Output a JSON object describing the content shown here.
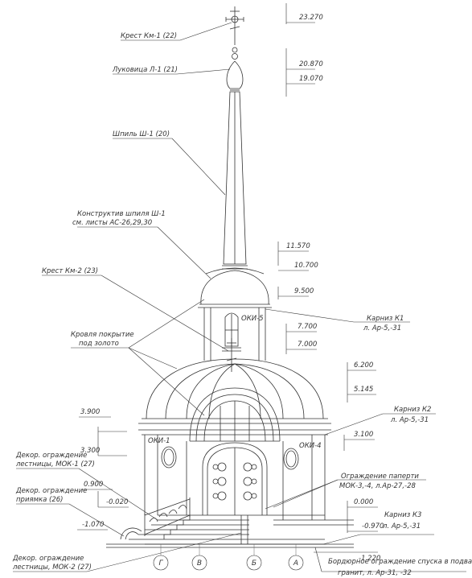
{
  "labels": {
    "cross_top": "Крест Км-1 (22)",
    "onion_dome": "Луковица Л-1 (21)",
    "spire": "Шпиль Ш-1 (20)",
    "spire_struct_1": "Конструктив шпиля Ш-1",
    "spire_struct_2": "см. листы АС-26,29,30",
    "cross_small": "Крест Км-2 (23)",
    "roof_1": "Кровля покрытие",
    "roof_2": "под золото",
    "cornice_k1_1": "Карниз К1",
    "cornice_k1_2": "л. Ар-5,-31",
    "cornice_k2_1": "Карниз К2",
    "cornice_k2_2": "л. Ар-5,-31",
    "porch_fence_1": "Ограждение паперти",
    "porch_fence_2": "МОК-3,-4, л.Ар-27,-28",
    "cornice_k3_1": "Карниз К3",
    "cornice_k3_2": "л. Ар-5,-31",
    "stair_fence1_1": "Декор. ограждение",
    "stair_fence1_2": "лестницы, МОК-1 (27)",
    "pit_fence_1": "Декор. ограждение",
    "pit_fence_2": "приямка (26)",
    "stair_fence2_1": "Декор. ограждение",
    "stair_fence2_2": "лестницы, МОК-2 (27)",
    "border_fence_1": "Бордюрное ограждение спуска в подвал",
    "border_fence_2": "гранит, л. Ар-31, -32"
  },
  "window_labels": {
    "oki5": "ОКИ-5",
    "oki1": "ОКИ-1",
    "oki4": "ОКИ-4"
  },
  "levels": {
    "l23270": "23.270",
    "l20870": "20.870",
    "l19070": "19.070",
    "l11570": "11.570",
    "l10700": "10.700",
    "l9500": "9.500",
    "l7700": "7.700",
    "l7000": "7.000",
    "l6200": "6.200",
    "l5145": "5.145",
    "l3900": "3.900",
    "l3300": "3.300",
    "l3100": "3.100",
    "l0900": "0.900",
    "lm0020": "-0.020",
    "lm1070": "-1.070",
    "l0000": "0.000",
    "lm0970": "-0.970",
    "lm1220": "-1.220"
  },
  "axes": [
    "Г",
    "В",
    "Б",
    "А"
  ]
}
